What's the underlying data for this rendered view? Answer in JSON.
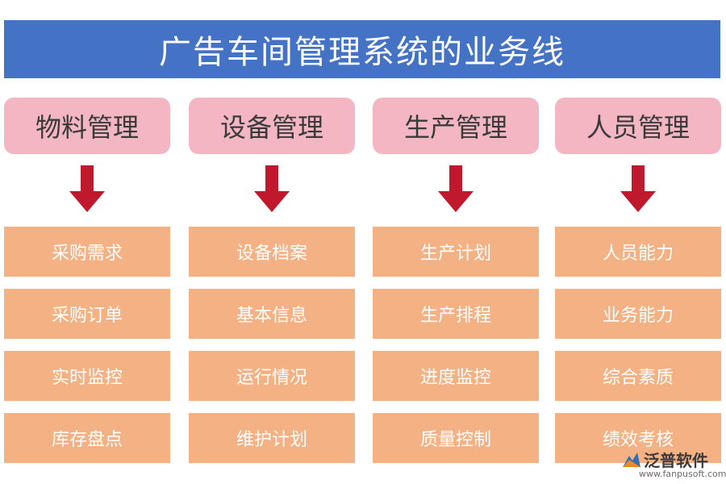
{
  "title": "广告车间管理系统的业务线",
  "colors": {
    "title_bg": "#4472c4",
    "category_bg": "#f4b6c2",
    "item_bg": "#f4b183",
    "arrow": "#c0182c"
  },
  "columns": [
    {
      "name": "物料管理",
      "items": [
        "采购需求",
        "采购订单",
        "实时监控",
        "库存盘点"
      ]
    },
    {
      "name": "设备管理",
      "items": [
        "设备档案",
        "基本信息",
        "运行情况",
        "维护计划"
      ]
    },
    {
      "name": "生产管理",
      "items": [
        "生产计划",
        "生产排程",
        "进度监控",
        "质量控制"
      ]
    },
    {
      "name": "人员管理",
      "items": [
        "人员能力",
        "业务能力",
        "综合素质",
        "绩效考核"
      ]
    }
  ],
  "logo": {
    "name": "泛普软件",
    "url": "www.fanpusoft.com",
    "icon": "fanpu-logo-icon"
  }
}
